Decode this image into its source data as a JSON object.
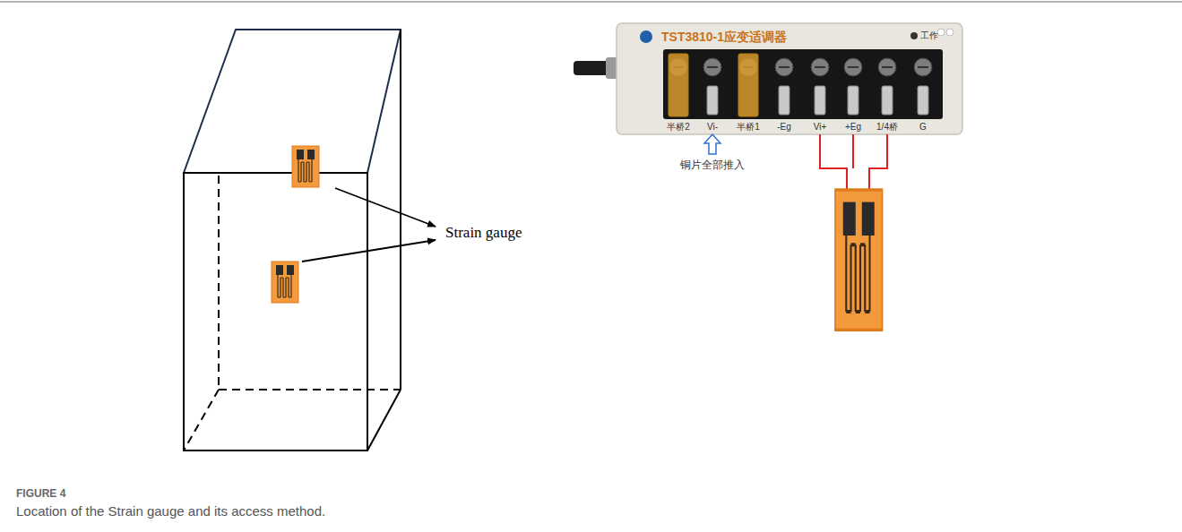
{
  "diagram": {
    "caption": "Location of the Strain gauge and its access method.",
    "labels": [
      "Strain gauge",
      "TST3810-1应变适调器",
      "工作",
      "半桥2",
      "Vi-",
      "半桥1",
      "-Eg",
      "Vi+",
      "+Eg",
      "1/4桥",
      "G",
      "铜片全部推入",
      "FIGURE 4"
    ]
  }
}
